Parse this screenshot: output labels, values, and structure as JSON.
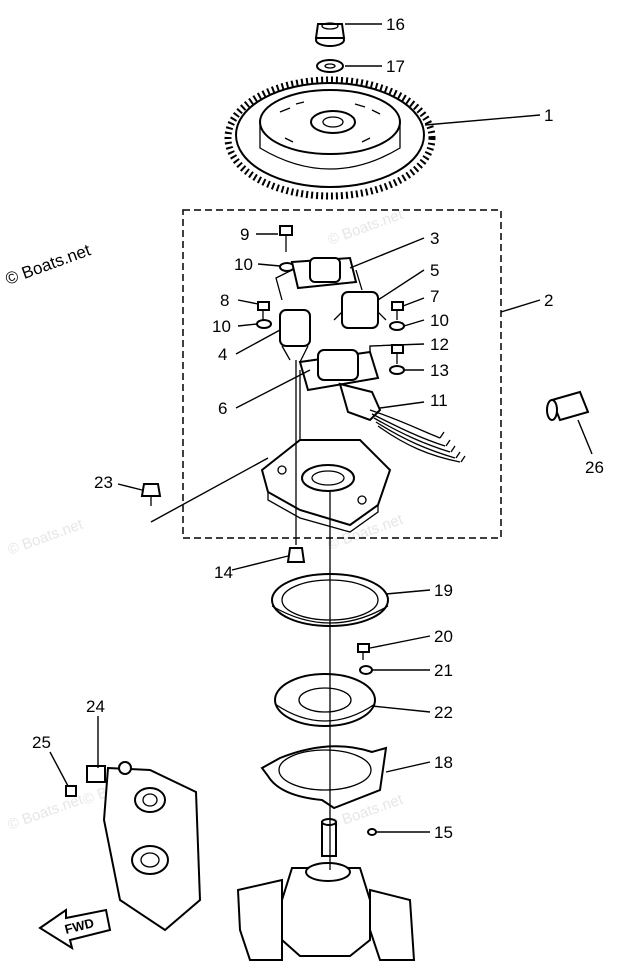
{
  "watermark": {
    "main": "© Boats.net",
    "faint": "© Boats.net"
  },
  "callouts": {
    "c1": "1",
    "c2": "2",
    "c3": "3",
    "c4": "4",
    "c5": "5",
    "c6": "6",
    "c7": "7",
    "c8": "8",
    "c9": "9",
    "c10a": "10",
    "c10b": "10",
    "c10c": "10",
    "c11": "11",
    "c12": "12",
    "c13": "13",
    "c14": "14",
    "c15": "15",
    "c16": "16",
    "c17": "17",
    "c18": "18",
    "c19": "19",
    "c20": "20",
    "c21": "21",
    "c22": "22",
    "c23": "23",
    "c24": "24",
    "c25": "25",
    "c26": "26"
  },
  "direction_label": "FWD"
}
